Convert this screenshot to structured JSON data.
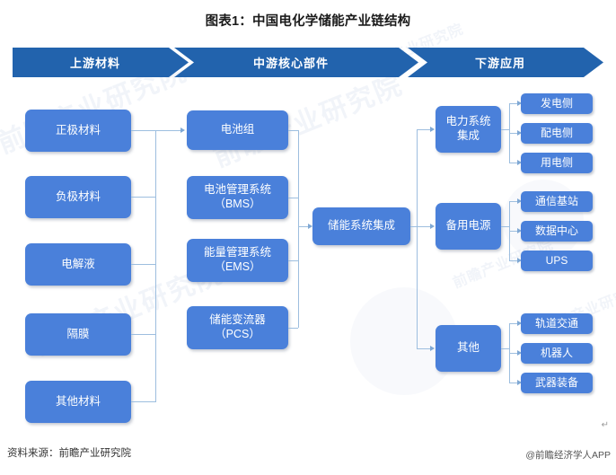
{
  "title": "图表1：中国电化学储能产业链结构",
  "banners": [
    {
      "label": "上游材料"
    },
    {
      "label": "中游核心部件"
    },
    {
      "label": "下游应用"
    }
  ],
  "upstream": {
    "items": [
      {
        "label": "正极材料"
      },
      {
        "label": "负极材料"
      },
      {
        "label": "电解液"
      },
      {
        "label": "隔膜"
      },
      {
        "label": "其他材料"
      }
    ]
  },
  "midstream": {
    "components": [
      {
        "label": "电池组"
      },
      {
        "label": "电池管理系统\n（BMS）",
        "line1": "电池管理系统",
        "line2": "（BMS）"
      },
      {
        "label": "能量管理系统\n（EMS）",
        "line1": "能量管理系统",
        "line2": "（EMS）"
      },
      {
        "label": "储能变流器\n（PCS）",
        "line1": "储能变流器",
        "line2": "（PCS）"
      }
    ],
    "integration": {
      "label": "储能系统集成"
    }
  },
  "downstream": {
    "groups": [
      {
        "label": "电力系统\n集成",
        "line1": "电力系统",
        "line2": "集成",
        "children": [
          {
            "label": "发电侧"
          },
          {
            "label": "配电侧"
          },
          {
            "label": "用电侧"
          }
        ]
      },
      {
        "label": "备用电源",
        "line1": "备用电源",
        "line2": "",
        "children": [
          {
            "label": "通信基站"
          },
          {
            "label": "数据中心"
          },
          {
            "label": "UPS"
          }
        ]
      },
      {
        "label": "其他",
        "line1": "其他",
        "line2": "",
        "children": [
          {
            "label": "轨道交通"
          },
          {
            "label": "机器人"
          },
          {
            "label": "武器装备"
          }
        ]
      }
    ]
  },
  "footer": {
    "source": "资料来源：前瞻产业研究院",
    "credit": "@前瞻经济学人APP",
    "pilcrow": "↵"
  },
  "watermarks": {
    "brand": "前瞻产业研究院",
    "brand_short": "前瞻"
  },
  "colors": {
    "banner": "#2263AD",
    "node": "#4A80DA",
    "connector": "#9DBEDF",
    "text_dark": "#1a1a1a"
  }
}
